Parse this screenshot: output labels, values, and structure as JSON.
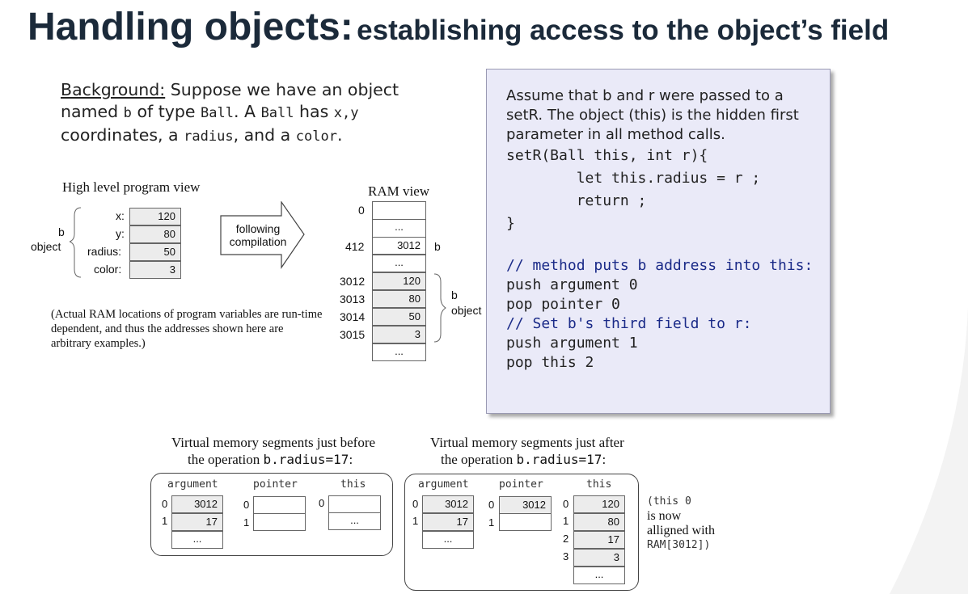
{
  "title": {
    "main": "Handling objects:",
    "sub": "establishing access to the object’s field"
  },
  "background": {
    "label": "Background:",
    "text_1": " Suppose we have an object named ",
    "var_b": "b",
    "text_2": " of type ",
    "type_ball": "Ball",
    "text_3": ". A ",
    "type_ball2": "Ball",
    "text_4": " has ",
    "xy": "x,y",
    "text_5": " coordinates, a ",
    "radius": "radius",
    "text_6": ", and a ",
    "color": "color",
    "text_7": "."
  },
  "high_level": {
    "heading": "High level program view",
    "object_name": "b",
    "object_word": "object",
    "fields": [
      {
        "name": "x:",
        "value": "120"
      },
      {
        "name": "y:",
        "value": "80"
      },
      {
        "name": "radius:",
        "value": "50"
      },
      {
        "name": "color:",
        "value": "3"
      }
    ]
  },
  "arrow": {
    "line1": "following",
    "line2": "compilation"
  },
  "ram_view": {
    "heading": "RAM view",
    "addr_0": "0",
    "dots": "...",
    "addr_412": "412",
    "val_412": "3012",
    "b_label": "b",
    "rows": [
      {
        "addr": "3012",
        "value": "120"
      },
      {
        "addr": "3013",
        "value": "80"
      },
      {
        "addr": "3014",
        "value": "50"
      },
      {
        "addr": "3015",
        "value": "3"
      }
    ],
    "object_b": "b",
    "object_word": "object"
  },
  "note": "(Actual RAM locations of program variables are run-time dependent, and thus the addresses shown here are arbitrary examples.)",
  "code_box": {
    "intro_1": "Assume that ",
    "b": "b",
    "intro_2": " and ",
    "r": "r",
    "intro_3": " were passed to a",
    "line2": "setR. The object (this) is the hidden first",
    "line3": "parameter in all method calls.",
    "code": [
      "setR(Ball this, int r){",
      "        let this.radius = r ;",
      "        return ;",
      "}"
    ],
    "vm": [
      {
        "text": "// method puts b address into this:",
        "comment": true
      },
      {
        "text": "push argument 0",
        "comment": false
      },
      {
        "text": "pop pointer 0",
        "comment": false
      },
      {
        "text": "// Set b's third field to r:",
        "comment": true
      },
      {
        "text": "push argument 1",
        "comment": false
      },
      {
        "text": "pop this 2",
        "comment": false
      }
    ]
  },
  "before": {
    "caption_1": "Virtual memory segments just before",
    "caption_2a": "the operation ",
    "caption_2b": "b.radius=17",
    "caption_2c": ":",
    "argument_label": "argument",
    "pointer_label": "pointer",
    "this_label": "this",
    "argument": [
      {
        "i": "0",
        "v": "3012"
      },
      {
        "i": "1",
        "v": "17"
      }
    ],
    "pointer_idx": [
      "0",
      "1"
    ],
    "this_idx": "0",
    "dots": "..."
  },
  "after": {
    "caption_1": "Virtual memory segments just after",
    "caption_2a": "the operation ",
    "caption_2b": "b.radius=17",
    "caption_2c": ":",
    "argument_label": "argument",
    "pointer_label": "pointer",
    "this_label": "this",
    "argument": [
      {
        "i": "0",
        "v": "3012"
      },
      {
        "i": "1",
        "v": "17"
      }
    ],
    "pointer": [
      {
        "i": "0",
        "v": "3012"
      },
      {
        "i": "1",
        "v": ""
      }
    ],
    "this": [
      {
        "i": "0",
        "v": "120"
      },
      {
        "i": "1",
        "v": "80"
      },
      {
        "i": "2",
        "v": "17"
      },
      {
        "i": "3",
        "v": "3"
      }
    ],
    "dots": "..."
  },
  "side_note": {
    "l1a": "(this 0",
    "l2": "is now",
    "l3": "alligned with",
    "l4": "RAM[3012])"
  }
}
